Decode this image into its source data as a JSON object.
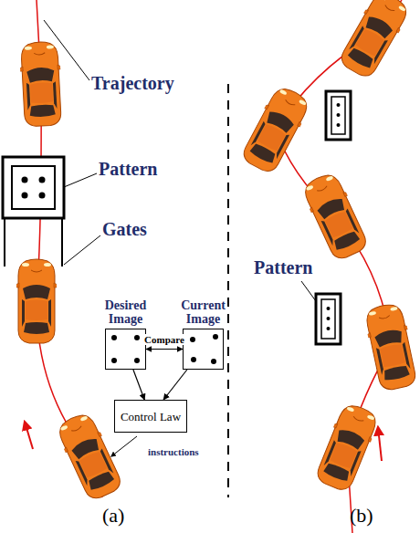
{
  "diagram": {
    "nodes": [
      {
        "text": [
          "Desired Image"
        ]
      },
      {
        "text": [
          "Current Image"
        ]
      },
      {
        "text": [
          "Control Law"
        ]
      }
    ],
    "edges": [
      {
        "from": 0,
        "to": 1,
        "arrow": "both",
        "label": "Compare"
      },
      {
        "from": 0,
        "to": 2,
        "arrow": "to"
      },
      {
        "from": 1,
        "to": 2,
        "arrow": "to"
      }
    ],
    "labels": [
      "Trajectory",
      "Pattern",
      "Gates",
      "instructions",
      "Pattern",
      "(a)",
      "(b)"
    ]
  }
}
